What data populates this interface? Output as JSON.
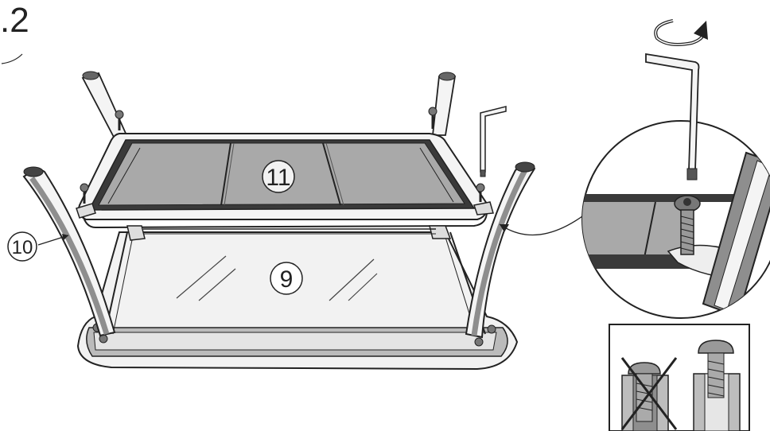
{
  "step": {
    "number": ".2"
  },
  "callouts": {
    "frame": "11",
    "glass": "9",
    "leg": "10"
  },
  "icons": [
    "rotate-arrow-icon",
    "allen-key-icon",
    "screw-icon",
    "cross-out-icon"
  ],
  "colors": {
    "stroke": "#222222",
    "panel": "#a9a9a9",
    "leg": "#8e8e8e",
    "glass_line": "#444444"
  }
}
